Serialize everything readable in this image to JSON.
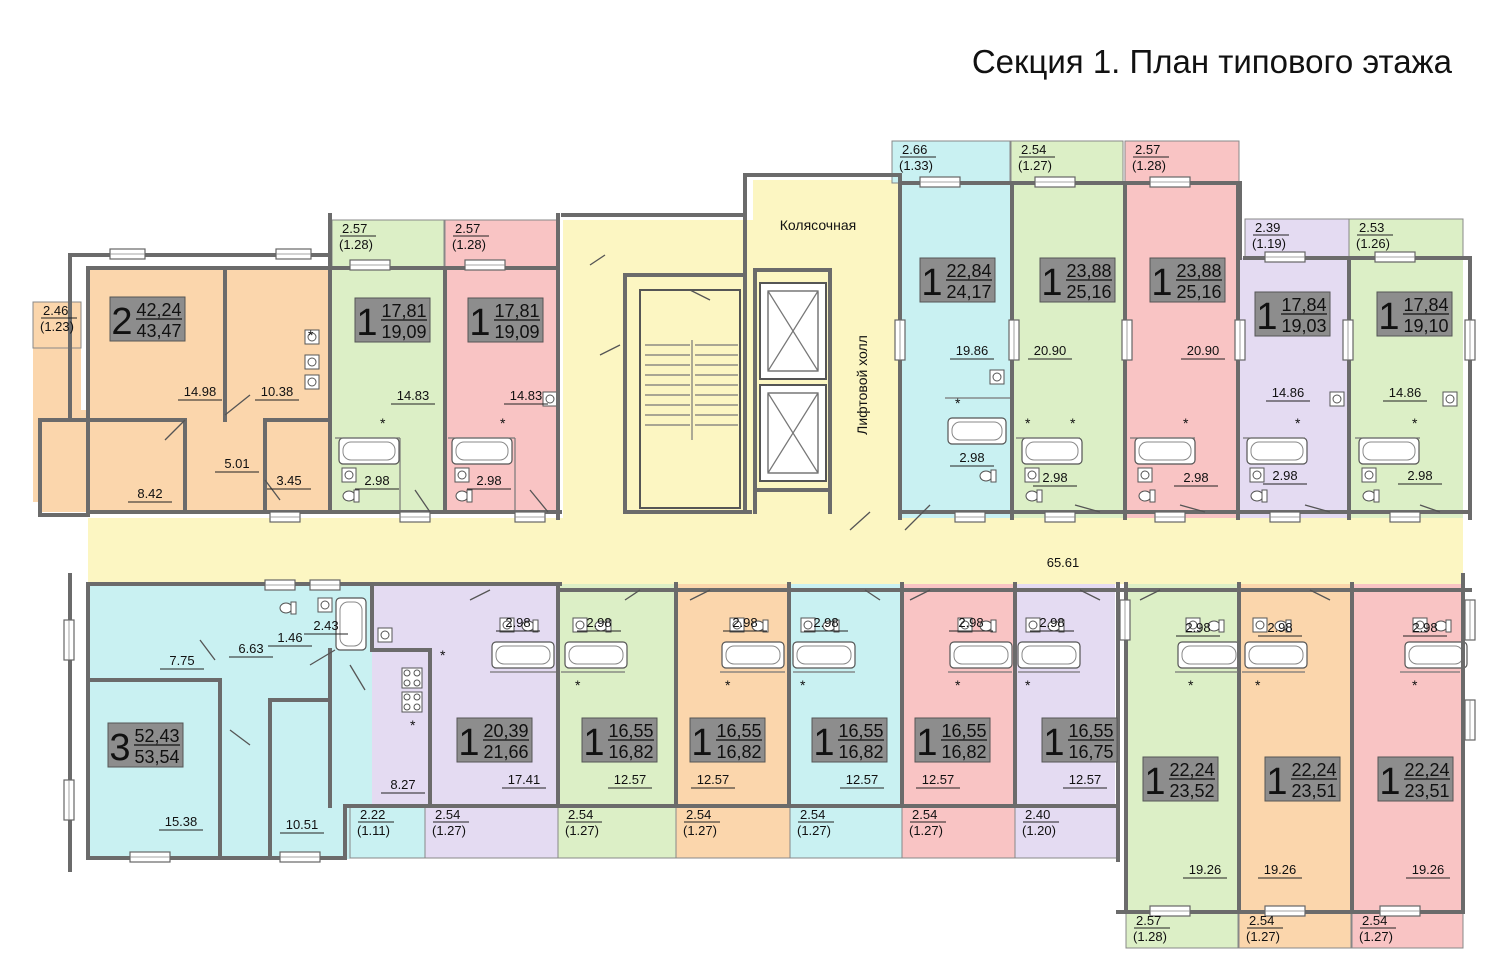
{
  "title": "Секция 1. План типового этажа",
  "labels": {
    "stroller": "Колясочная",
    "lift_hall": "Лифтовой холл",
    "corridor": "65.61"
  },
  "colors": {
    "orange": "#fbd6ac",
    "green": "#dcefc6",
    "pink": "#f9c4c4",
    "cyan": "#c9f1f2",
    "lilac": "#e4dbf2",
    "yellow": "#fcf6c2",
    "wall": "#6b6b6b",
    "badge": "#8d8d8d"
  },
  "apartments": [
    {
      "rooms": "2",
      "living": "42,24",
      "total": "43,47",
      "color": "orange"
    },
    {
      "rooms": "1",
      "living": "17,81",
      "total": "19,09",
      "color": "green"
    },
    {
      "rooms": "1",
      "living": "17,81",
      "total": "19,09",
      "color": "pink"
    },
    {
      "rooms": "1",
      "living": "22,84",
      "total": "24,17",
      "color": "cyan"
    },
    {
      "rooms": "1",
      "living": "23,88",
      "total": "25,16",
      "color": "green"
    },
    {
      "rooms": "1",
      "living": "23,88",
      "total": "25,16",
      "color": "pink"
    },
    {
      "rooms": "1",
      "living": "17,84",
      "total": "19,03",
      "color": "lilac"
    },
    {
      "rooms": "1",
      "living": "17,84",
      "total": "19,10",
      "color": "green"
    },
    {
      "rooms": "3",
      "living": "52,43",
      "total": "53,54",
      "color": "cyan"
    },
    {
      "rooms": "1",
      "living": "20,39",
      "total": "21,66",
      "color": "lilac"
    },
    {
      "rooms": "1",
      "living": "16,55",
      "total": "16,82",
      "color": "green"
    },
    {
      "rooms": "1",
      "living": "16,55",
      "total": "16,82",
      "color": "orange"
    },
    {
      "rooms": "1",
      "living": "16,55",
      "total": "16,82",
      "color": "cyan"
    },
    {
      "rooms": "1",
      "living": "16,55",
      "total": "16,82",
      "color": "pink"
    },
    {
      "rooms": "1",
      "living": "16,55",
      "total": "16,75",
      "color": "lilac"
    },
    {
      "rooms": "1",
      "living": "22,24",
      "total": "23,52",
      "color": "green"
    },
    {
      "rooms": "1",
      "living": "22,24",
      "total": "23,51",
      "color": "orange"
    },
    {
      "rooms": "1",
      "living": "22,24",
      "total": "23,51",
      "color": "pink"
    }
  ],
  "room_areas": [
    "14.98",
    "10.38",
    "8.42",
    "5.01",
    "3.45",
    "14.83",
    "2.98",
    "14.83",
    "2.98",
    "19.86",
    "2.98",
    "20.90",
    "2.98",
    "20.90",
    "2.98",
    "14.86",
    "2.98",
    "14.86",
    "2.98",
    "7.75",
    "6.63",
    "1.46",
    "2.43",
    "15.38",
    "10.51",
    "8.27",
    "2.98",
    "17.41",
    "2.98",
    "12.57",
    "2.98",
    "12.57",
    "2.98",
    "12.57",
    "2.98",
    "12.57",
    "2.98",
    "12.57",
    "2.98",
    "19.26",
    "2.98",
    "19.26",
    "2.98",
    "19.26"
  ],
  "balconies": [
    {
      "area": "2.46",
      "reduced": "(1.23)",
      "color": "orange"
    },
    {
      "area": "2.57",
      "reduced": "(1.28)",
      "color": "green"
    },
    {
      "area": "2.57",
      "reduced": "(1.28)",
      "color": "pink"
    },
    {
      "area": "2.66",
      "reduced": "(1.33)",
      "color": "cyan"
    },
    {
      "area": "2.54",
      "reduced": "(1.27)",
      "color": "green"
    },
    {
      "area": "2.57",
      "reduced": "(1.28)",
      "color": "pink"
    },
    {
      "area": "2.39",
      "reduced": "(1.19)",
      "color": "lilac"
    },
    {
      "area": "2.53",
      "reduced": "(1.26)",
      "color": "green"
    },
    {
      "area": "2.22",
      "reduced": "(1.11)",
      "color": "cyan"
    },
    {
      "area": "2.54",
      "reduced": "(1.27)",
      "color": "lilac"
    },
    {
      "area": "2.54",
      "reduced": "(1.27)",
      "color": "green"
    },
    {
      "area": "2.54",
      "reduced": "(1.27)",
      "color": "orange"
    },
    {
      "area": "2.54",
      "reduced": "(1.27)",
      "color": "cyan"
    },
    {
      "area": "2.54",
      "reduced": "(1.27)",
      "color": "pink"
    },
    {
      "area": "2.40",
      "reduced": "(1.20)",
      "color": "lilac"
    },
    {
      "area": "2.57",
      "reduced": "(1.28)",
      "color": "green"
    },
    {
      "area": "2.54",
      "reduced": "(1.27)",
      "color": "orange"
    },
    {
      "area": "2.54",
      "reduced": "(1.27)",
      "color": "pink"
    }
  ]
}
